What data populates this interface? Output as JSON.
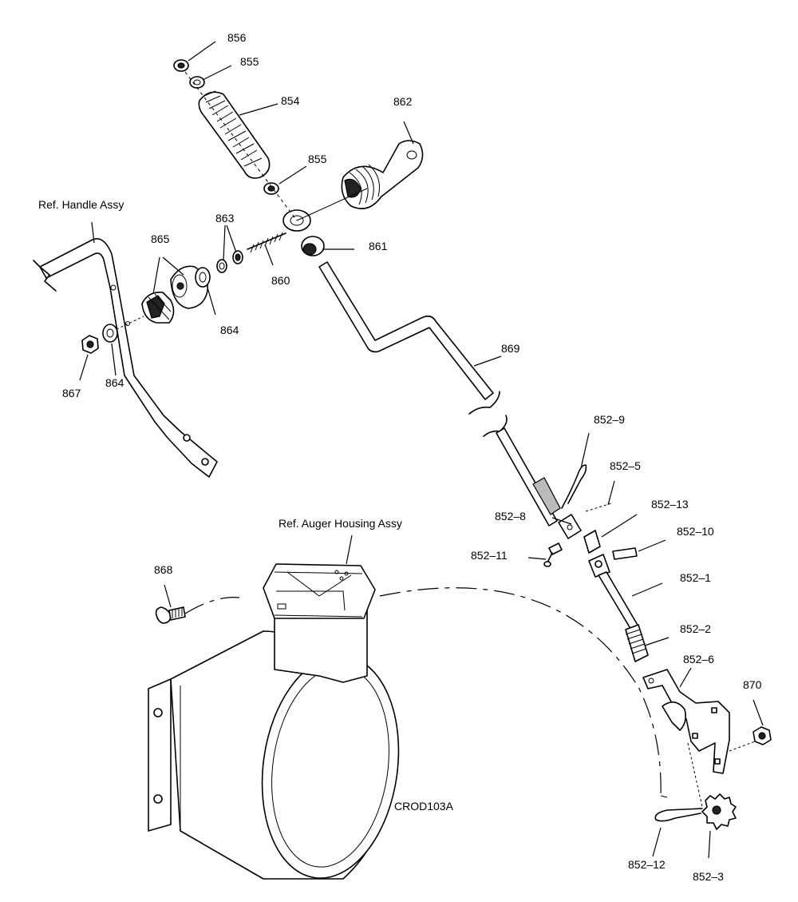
{
  "diagram_id": "CROD103A",
  "references": {
    "handle": "Ref. Handle Assy",
    "auger_housing": "Ref. Auger Housing Assy"
  },
  "callouts": {
    "p856": "856",
    "p855a": "855",
    "p854": "854",
    "p855b": "855",
    "p862": "862",
    "p863": "863",
    "p865": "865",
    "p860": "860",
    "p861": "861",
    "p864a": "864",
    "p864b": "864",
    "p867": "867",
    "p869": "869",
    "p852_9": "852–9",
    "p852_5": "852–5",
    "p852_13": "852–13",
    "p852_8": "852–8",
    "p852_10": "852–10",
    "p852_11": "852–11",
    "p852_1": "852–1",
    "p868": "868",
    "p852_2": "852–2",
    "p852_6": "852–6",
    "p870": "870",
    "p852_12": "852–12",
    "p852_3": "852–3"
  }
}
